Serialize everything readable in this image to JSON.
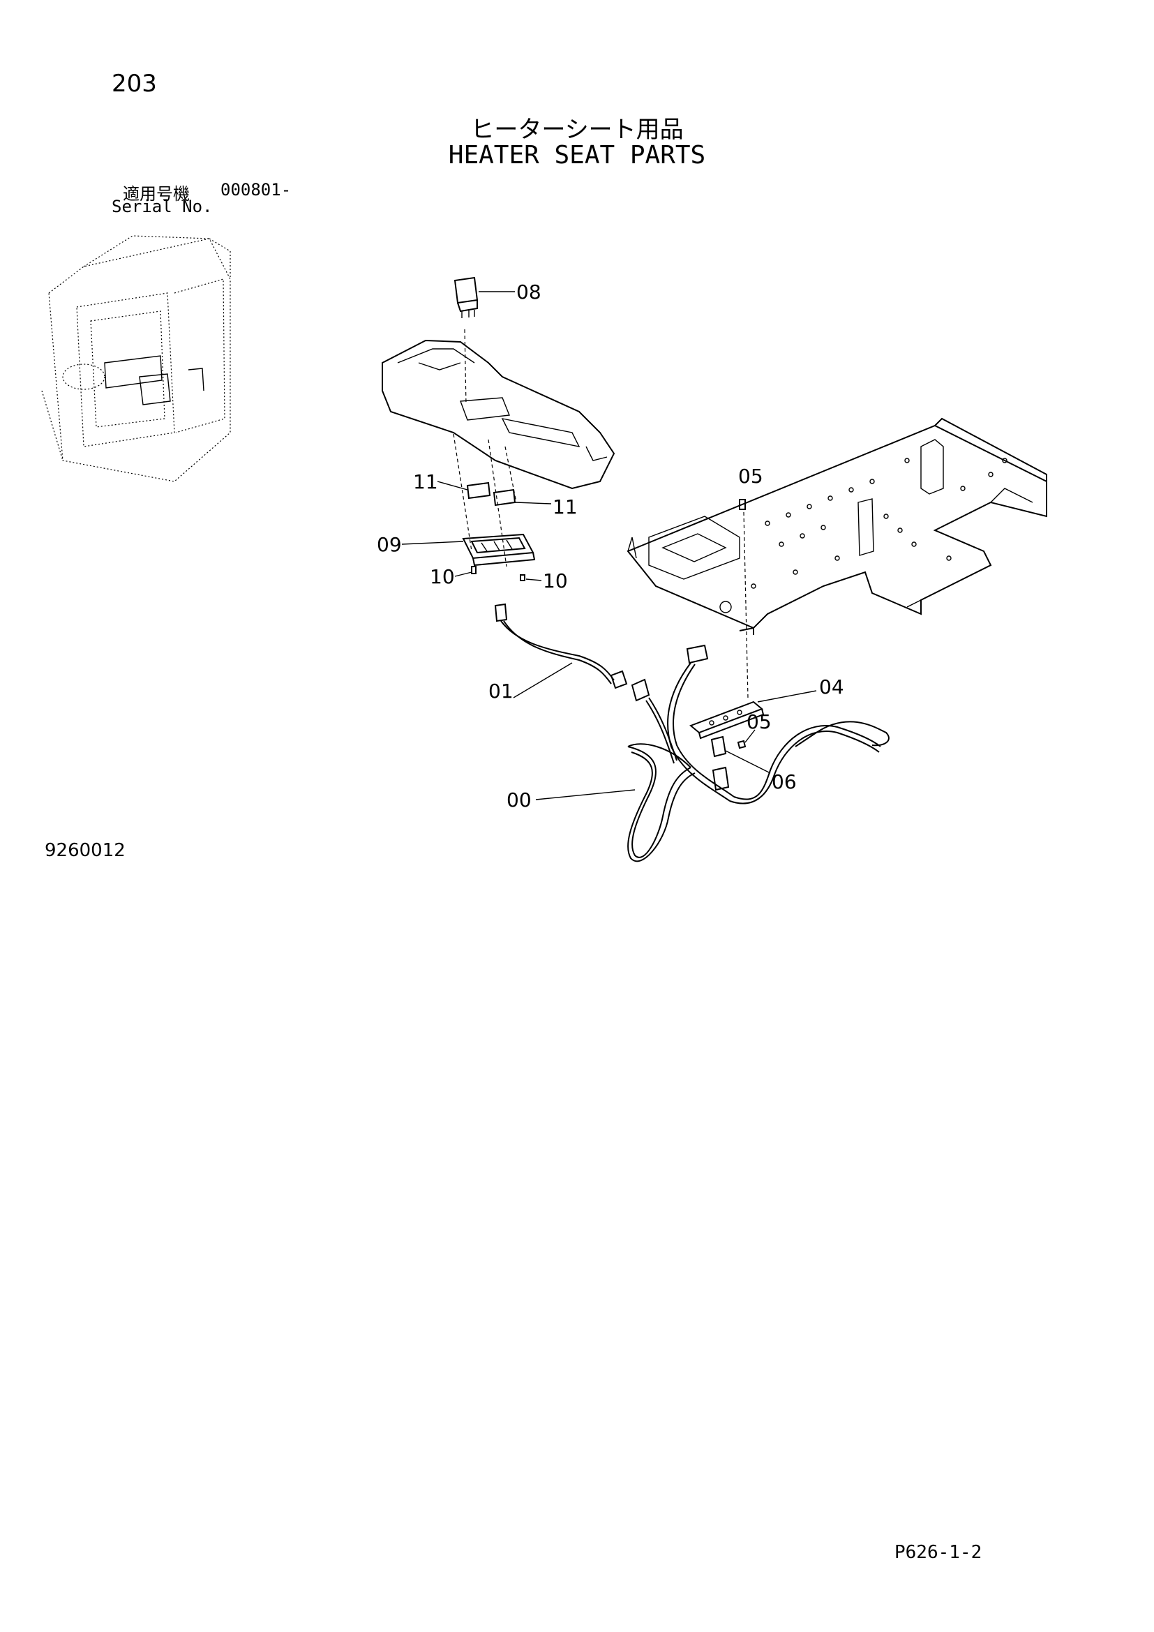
{
  "header": {
    "page_number": "203",
    "title_jp": "ヒーターシート用品",
    "title_en": "HEATER SEAT PARTS",
    "serial_label_jp": "適用号機",
    "serial_range": "000801-",
    "serial_label_en": "Serial No."
  },
  "footer": {
    "figure_number": "9260012",
    "page_code": "P626-1-2"
  },
  "callouts": [
    "08",
    "11",
    "11",
    "05",
    "09",
    "10",
    "10",
    "01",
    "04",
    "05",
    "06",
    "00"
  ]
}
